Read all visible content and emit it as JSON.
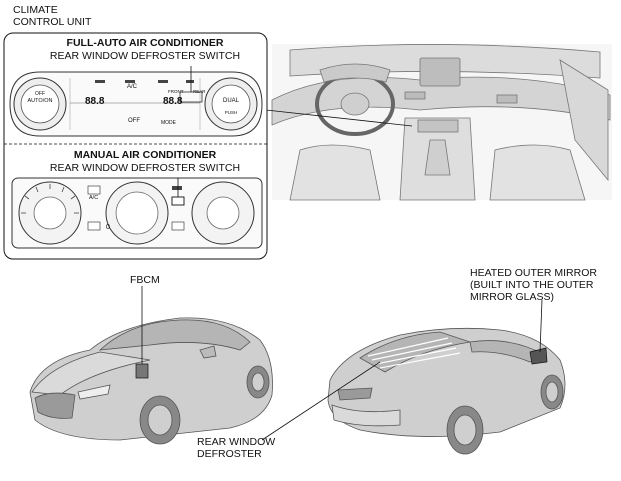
{
  "labels": {
    "climate_control_unit": "CLIMATE\nCONTROL UNIT",
    "full_auto_title": "FULL-AUTO AIR CONDITIONER",
    "full_auto_switch": "REAR WINDOW DEFROSTER SWITCH",
    "manual_title": "MANUAL AIR CONDITIONER",
    "manual_switch": "REAR WINDOW DEFROSTER SWITCH",
    "fbcm": "FBCM",
    "heated_mirror": "HEATED OUTER MIRROR\n(BUILT INTO THE OUTER\nMIRROR GLASS)",
    "rear_defroster": "REAR WINDOW\nDEFROSTER"
  },
  "panel_full_auto": {
    "left_knob": "AUTO/ON",
    "left_knob_sub": "OFF",
    "right_knob": "DUAL",
    "right_knob_sub": "PUSH",
    "left_temp": "88.8",
    "right_temp": "88.8",
    "ac": "A/C",
    "off": "OFF",
    "mode": "MODE",
    "front": "FRONT",
    "rear": "REAR"
  },
  "panel_manual": {
    "ac": "A/C"
  }
}
